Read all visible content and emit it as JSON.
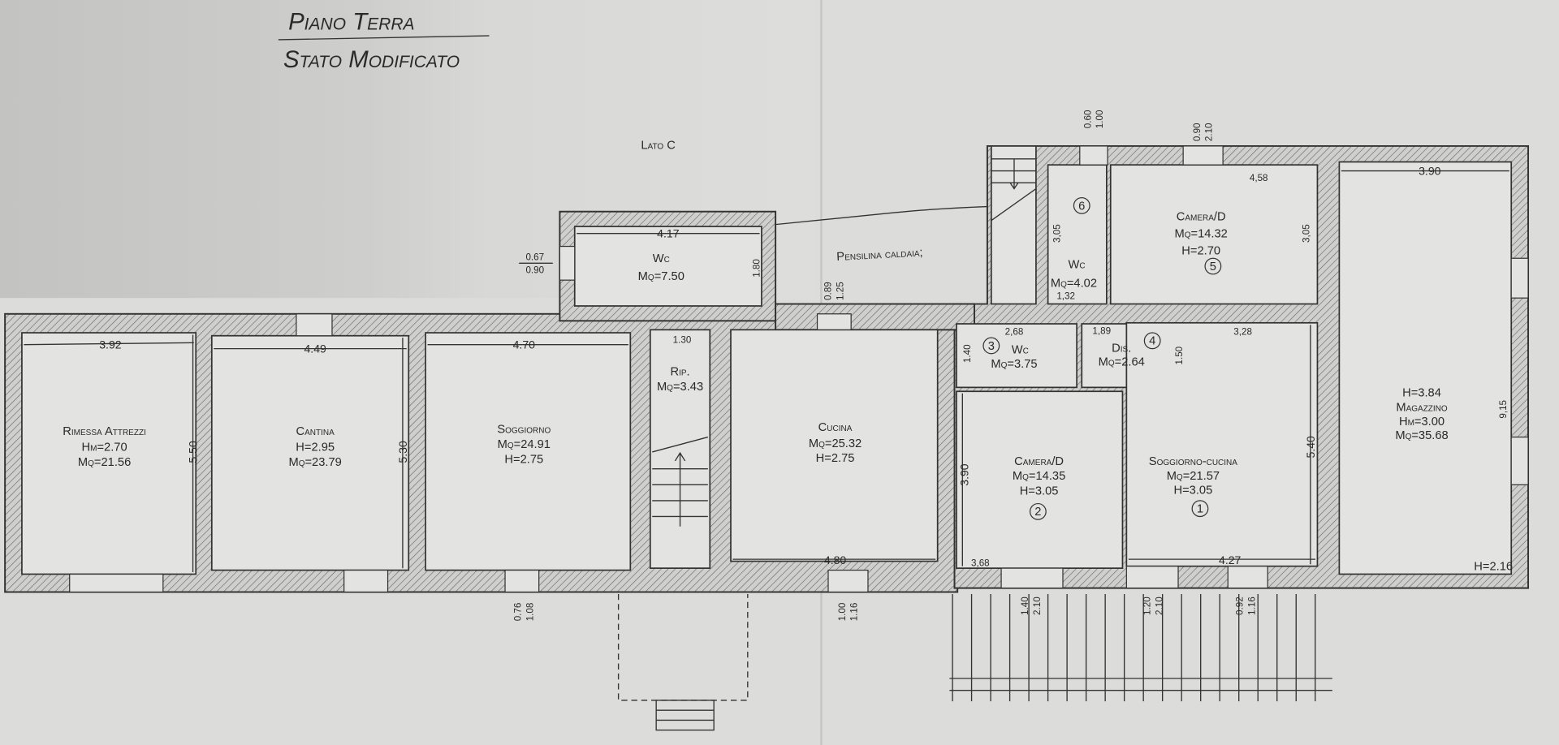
{
  "title": {
    "line1": "Piano Terra",
    "line2": "Stato Modificato"
  },
  "side_label": "Lato C",
  "annex_label": "Pensilina caldaia;",
  "rooms": [
    {
      "lines": [
        "Rimessa Attrezzi",
        "Hm=2.70",
        "Mq=21.56"
      ]
    },
    {
      "lines": [
        "Cantina",
        "H=2.95",
        "Mq=23.79"
      ]
    },
    {
      "lines": [
        "Soggiorno",
        "Mq=24.91",
        "H=2.75"
      ]
    },
    {
      "lines": [
        "Rip.",
        "Mq=3.43"
      ]
    },
    {
      "lines": [
        "Cucina",
        "Mq=25.32",
        "H=2.75"
      ]
    },
    {
      "lines": [
        "Wc",
        "Mq=7.50"
      ]
    },
    {
      "lines": [
        "Wc",
        "Mq=4.02"
      ],
      "number": "6"
    },
    {
      "lines": [
        "Camera/D",
        "Mq=14.32",
        "H=2.70"
      ],
      "number": "5"
    },
    {
      "lines": [
        "Wc",
        "Mq=3.75"
      ],
      "number": "3"
    },
    {
      "lines": [
        "Dis.",
        "Mq=2.64"
      ],
      "number": "4"
    },
    {
      "lines": [
        "Camera/D",
        "Mq=14.35",
        "H=3.05"
      ],
      "number": "2"
    },
    {
      "lines": [
        "Soggiorno-cucina",
        "Mq=21.57",
        "H=3.05"
      ],
      "number": "1"
    },
    {
      "lines": [
        "H=3.84",
        "Magazzino",
        "Hm=3.00",
        "Mq=35.68"
      ]
    }
  ],
  "extra_heights": {
    "magazzino_corner": "H=2.16"
  },
  "dimensions": {
    "h": [
      "3.92",
      "4.49",
      "4.70",
      "4.80",
      "4.27",
      "4.17",
      "3.90",
      "4,58",
      "2,68",
      "1,89",
      "3,28",
      "1,32",
      "3,68",
      "1.30"
    ],
    "v": [
      "5.50",
      "5.30",
      "1.80",
      "3.90",
      "5.40",
      "3,05",
      "3,05",
      "1.40",
      "1.50",
      "9,15"
    ]
  },
  "openings": [
    [
      "0.60",
      "1.00"
    ],
    [
      "0.90",
      "2.10"
    ],
    [
      "0.89",
      "1.25"
    ],
    [
      "0.76",
      "1.08"
    ],
    [
      "1.00",
      "1.16"
    ],
    [
      "1.40",
      "2.10"
    ],
    [
      "1.20",
      "2.10"
    ],
    [
      "0.92",
      "1.16"
    ],
    [
      "0.67",
      "0.90"
    ]
  ],
  "colors": {
    "paper": "#dcdcda",
    "ink": "#2a2a2a"
  }
}
